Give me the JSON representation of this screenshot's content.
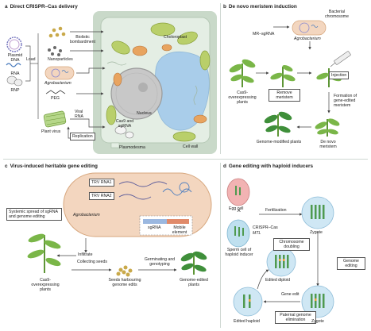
{
  "panels": {
    "a": {
      "letter": "a",
      "title": "Direct CRISPR–Cas delivery",
      "cargo": [
        "Plasmid DNA",
        "RNA",
        "RNP"
      ],
      "load": "Load",
      "methods": [
        "Biolistic bombardment",
        "Nanoparticles",
        "Agrobacterium",
        "PEG",
        "Plant virus"
      ],
      "viral_rna": "Viral RNA",
      "replication": "Replication",
      "cell_parts": [
        "Choloroplast",
        "Nucleus",
        "Cas9 and sgRNA",
        "Plasmodesma",
        "Cell wall"
      ]
    },
    "b": {
      "letter": "b",
      "title": "De novo meristem induction",
      "labels": {
        "bacterial_chromosome": "Bacterial chromosome",
        "mr_sgrna": "MR–sgRNA",
        "agrobacterium": "Agrobacterium",
        "cas9_plants": "Cas9-overexpressing plants",
        "remove_meristem": "Remove meristem",
        "injection": "Injection",
        "formation": "Formation of gene-edited meristem",
        "genome_modified": "Genome-modified plants",
        "de_novo": "De novo meristem"
      }
    },
    "c": {
      "letter": "c",
      "title": "Virus-induced heritable gene editing",
      "labels": {
        "trv1": "TRV RNA1",
        "trv2": "TRV RNA2",
        "agrobacterium": "Agrobacterium",
        "sgrna": "sgRNA",
        "mobile": "Mobile element",
        "systemic": "Systemic spread of sgRNA and genome editing",
        "infiltrate": "Infiltrate",
        "collecting": "Collecting seeds",
        "germinating": "Germinating and genotyping",
        "seeds": "Seeds harbouring genome edits",
        "cas9_plants": "Cas9-overexpressing plants",
        "genome_edited": "Genome-edited plants"
      }
    },
    "d": {
      "letter": "d",
      "title": "Gene editing with haploid inducers",
      "labels": {
        "egg": "Egg cell",
        "fertilization": "Fertilization",
        "crispr": "CRISPR–Cas",
        "mtl": "MTL",
        "sperm": "Sperm cell of haploid inducer",
        "zygote_top": "Zygote",
        "doubling": "Chromosome doubling",
        "edited_diploid": "Edited diploid",
        "genome_editing": "Genome editing",
        "gene_edit": "Gene edit",
        "paternal": "Paternal genome elimination",
        "edited_haploid": "Edited haploid",
        "zygote_bottom": "Zygote"
      }
    }
  },
  "colors": {
    "cell_bg": "#e4eee4",
    "cell_wall": "#c9d9c9",
    "vacuole": "#a9cdea",
    "nucleus": "#c8c8c8",
    "chloroplast": "#b9cf6a",
    "mito": "#e8a45f",
    "plant": "#7ab648",
    "agro_body": "#f3d6bf",
    "egg": "#f2b3b3",
    "sperm": "#bfe0ef",
    "zygote": "#cfe7f4"
  }
}
